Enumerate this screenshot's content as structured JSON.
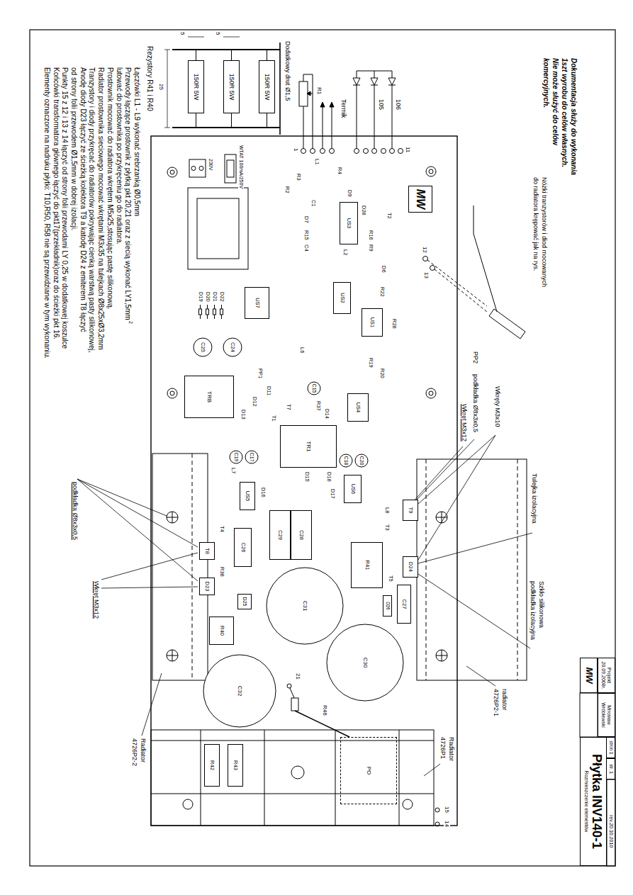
{
  "diagram": {
    "nodes": [
      {
        "text": [
          "150R 5W"
        ]
      },
      {
        "text": [
          "150R 5W"
        ]
      },
      {
        "text": [
          "150R 5W"
        ]
      },
      {
        "text": [
          "MW"
        ]
      },
      {
        "text": [
          "US3"
        ]
      },
      {
        "text": [
          "US2"
        ]
      },
      {
        "text": [
          "US1"
        ]
      },
      {
        "text": [
          "US7"
        ]
      },
      {
        "text": [
          "US4"
        ]
      },
      {
        "text": [
          "TRB"
        ]
      },
      {
        "text": [
          "TR1"
        ]
      },
      {
        "text": [
          "US6"
        ]
      },
      {
        "text": [
          "US5"
        ]
      },
      {
        "text": [
          "T9"
        ]
      },
      {
        "text": [
          "C28"
        ]
      },
      {
        "text": [
          "C29"
        ]
      },
      {
        "text": [
          "C26"
        ]
      },
      {
        "text": [
          "T8"
        ]
      },
      {
        "text": [
          "R41"
        ]
      },
      {
        "text": [
          "D24"
        ]
      },
      {
        "text": [
          "D23"
        ]
      },
      {
        "text": [
          "C31"
        ]
      },
      {
        "text": [
          "D25"
        ]
      },
      {
        "text": [
          "C27"
        ]
      },
      {
        "text": [
          "R40"
        ]
      },
      {
        "text": [
          "D26"
        ]
      },
      {
        "text": [
          "C30"
        ]
      },
      {
        "text": [
          "C32"
        ]
      },
      {
        "text": [
          "PO"
        ]
      },
      {
        "text": [
          "R43"
        ]
      },
      {
        "text": [
          "R42"
        ]
      },
      {
        "text": [
          "Projekt",
          "20.09.2008r."
        ]
      },
      {
        "text": [
          "MW"
        ]
      },
      {
        "text": [
          "Mirosław Wróblewski"
        ]
      },
      {
        "text": [
          "stron 1"
        ]
      },
      {
        "text": [
          "str. 1"
        ]
      },
      {
        "text": [
          "Płytka INV140-1",
          "Rozmieszczenie elementów"
        ]
      }
    ],
    "labels": [
      "Dokumentacja służy do wykonania",
      "1szt wyrobu do celów własnych.",
      "Nie może służyć do celów",
      "komercyjnych.",
      "Nóżki tranzystorów i diod mocowanych",
      "do radiatora krępować jak na rys.",
      "12",
      "13",
      "Wkręty M3x10",
      "PP2",
      "podkładka Ø8x3x0,5",
      "Wkręt M3x12",
      "Tulejka izolacyjna",
      "Szkło silikonowa",
      "podkładka izolacyjna",
      "radiator",
      "4726P2-1",
      "Radiator",
      "4726P1",
      "Radiator",
      "4726P2-2",
      "podkładka Ø8x3x0,5",
      "Wkręt M3x12",
      "Rezystory R41 i R40",
      "Łączówki L1 - L9 wykonać srebrzanką Ø0,5mm",
      "Przewody łączące prostownik z płytką pkt 20,21 oraz z siecią wykonać LY1,5mm",
      "2",
      "lutować do prostownika po przykręceniu go do radiatora.",
      "Prostownik mocować do radiatora wkrętem M5x25,stosując pastę silikonową.",
      "Radiator prostownika sieciowego mocować wkrętami M3x35 na tulejkach Ø8x25xØ3,2mm",
      "Tranzystory i diody przykręcać do radiatorów pokrywając cienką warstwą pasty silikonowej,",
      "Anodę diody D23 łączyć ze ścieżką kolektora T9 a katodę D24 z emiterem T8 łączyć",
      "od strony folii przewodem Ø1,5mm w dobrej izolacji.",
      "Punkty 15 z 12 i 13 z 14 łączyć od strony folii przewodami LY 0,25 w dodatkowej koszulce",
      "Końcówki transformatora głównego łączyć do pkt17(przekładnik)oraz do ścieżki pkt 16.",
      "Elementy oznaczone na nadruku płytki: T10,R50, R58 nie są przewidziane w tym wykonaniu.",
      "5",
      "5",
      "25",
      "Dodatkowy drut Ø1,5",
      "1",
      "11",
      "R1",
      "Termik",
      "105",
      "106",
      "L1",
      "R3",
      "R4",
      "D9",
      "R2",
      "C1",
      "L2",
      "D7",
      "R15",
      "C4",
      "T2",
      "R16",
      "R9",
      "D6",
      "D28",
      "R22",
      "R28",
      "R19",
      "R20",
      "D19",
      "D20",
      "D21",
      "D22",
      "C25",
      "C24",
      "L6",
      "PP1",
      "D11",
      "D12",
      "D13",
      "C15",
      "T7",
      "R37",
      "D14",
      "T1",
      "D15",
      "D18",
      "C18",
      "C20",
      "C19",
      "C17",
      "L7",
      "D16",
      "D17",
      "L8",
      "T3",
      "T5",
      "T4",
      "R38",
      "21",
      "R46",
      "15",
      "14",
      "rev.20.10.2010",
      "230V",
      "WTAT 100mA/250V"
    ]
  }
}
